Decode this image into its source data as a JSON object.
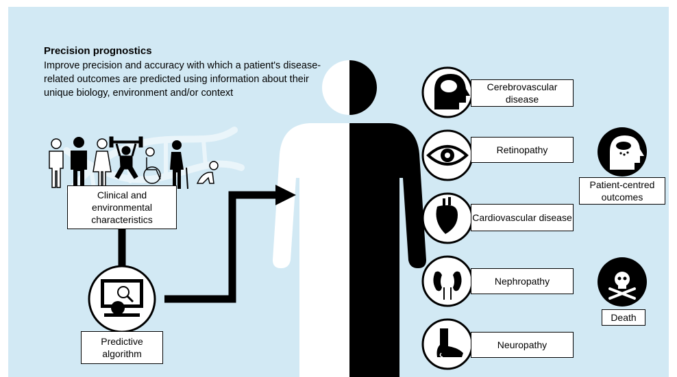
{
  "header": {
    "title": "Precision prognostics",
    "description": "Improve precision and accuracy with which a patient's disease-related outcomes are predicted using information about their unique biology, environment and/or context"
  },
  "inputs": {
    "clinical_label": "Clinical and environmental characteristics",
    "algorithm_label": "Predictive algorithm"
  },
  "outcomes": [
    {
      "label": "Cerebrovascular disease",
      "icon": "brain-head-icon"
    },
    {
      "label": "Retinopathy",
      "icon": "eye-icon"
    },
    {
      "label": "Cardiovascular disease",
      "icon": "heart-icon"
    },
    {
      "label": "Nephropathy",
      "icon": "kidneys-icon"
    },
    {
      "label": "Neuropathy",
      "icon": "foot-icon"
    }
  ],
  "side_outcomes": [
    {
      "label": "Patient-centred outcomes",
      "icon": "head-raincloud-icon"
    },
    {
      "label": "Death",
      "icon": "skull-crossbones-icon"
    }
  ],
  "colors": {
    "background": "#d2e9f4",
    "ink": "#000000",
    "box": "#ffffff"
  }
}
